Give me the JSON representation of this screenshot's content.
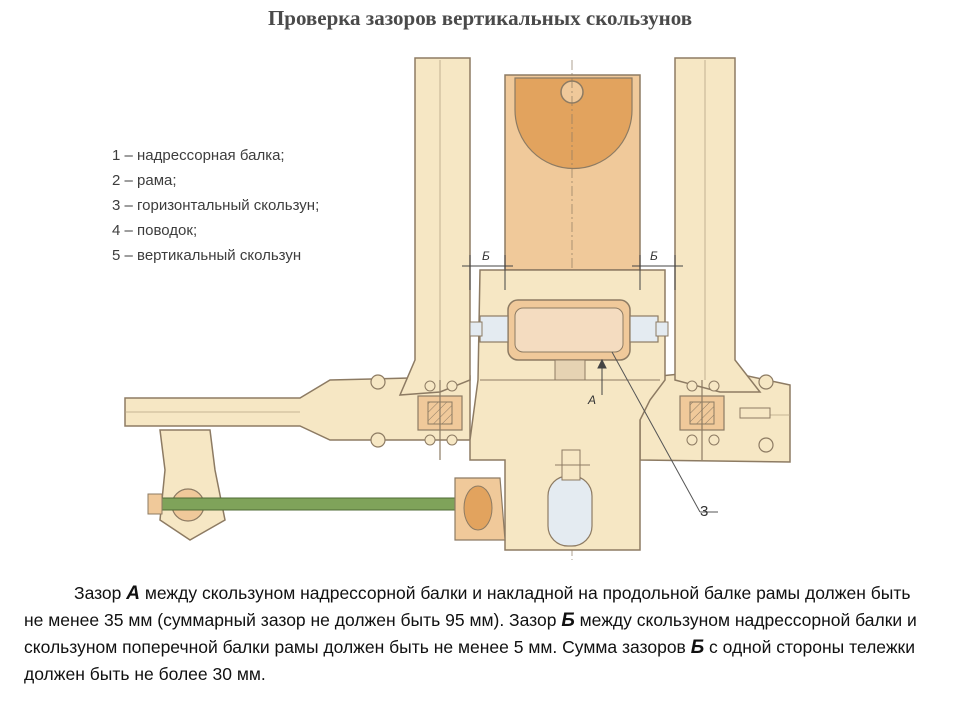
{
  "title": "Проверка зазоров вертикальных скользунов",
  "legend": {
    "items": [
      "1 – надрессорная балка;",
      "2 – рама;",
      "3 – горизонтальный скользун;",
      "4 – поводок;",
      "5 – вертикальный скользун"
    ]
  },
  "diagram": {
    "label_b_left": "Б",
    "label_b_right": "Б",
    "label_a": "А",
    "label_3": "3"
  },
  "caption": {
    "p1_a": "Зазор ",
    "gap_a": "А",
    "p1_b": " между скользуном надрессорной балки и накладной на продольной балке рамы должен быть не менее 35 мм (суммарный зазор не должен быть 95 мм). Зазор ",
    "gap_b1": "Б",
    "p1_c": " между скользуном надрессорной балки и скользуном поперечной балки рамы должен быть не менее 5 мм. Сумма зазоров ",
    "gap_b2": "Б",
    "p1_d": " с одной стороны тележки должен быть не более 30 мм."
  },
  "colors": {
    "frame_fill": "#f6e7c4",
    "outline": "#8d7b63",
    "center_block": "#f0c99a",
    "arc_fill": "#e2a35e",
    "green_rod": "#7fa35a"
  }
}
